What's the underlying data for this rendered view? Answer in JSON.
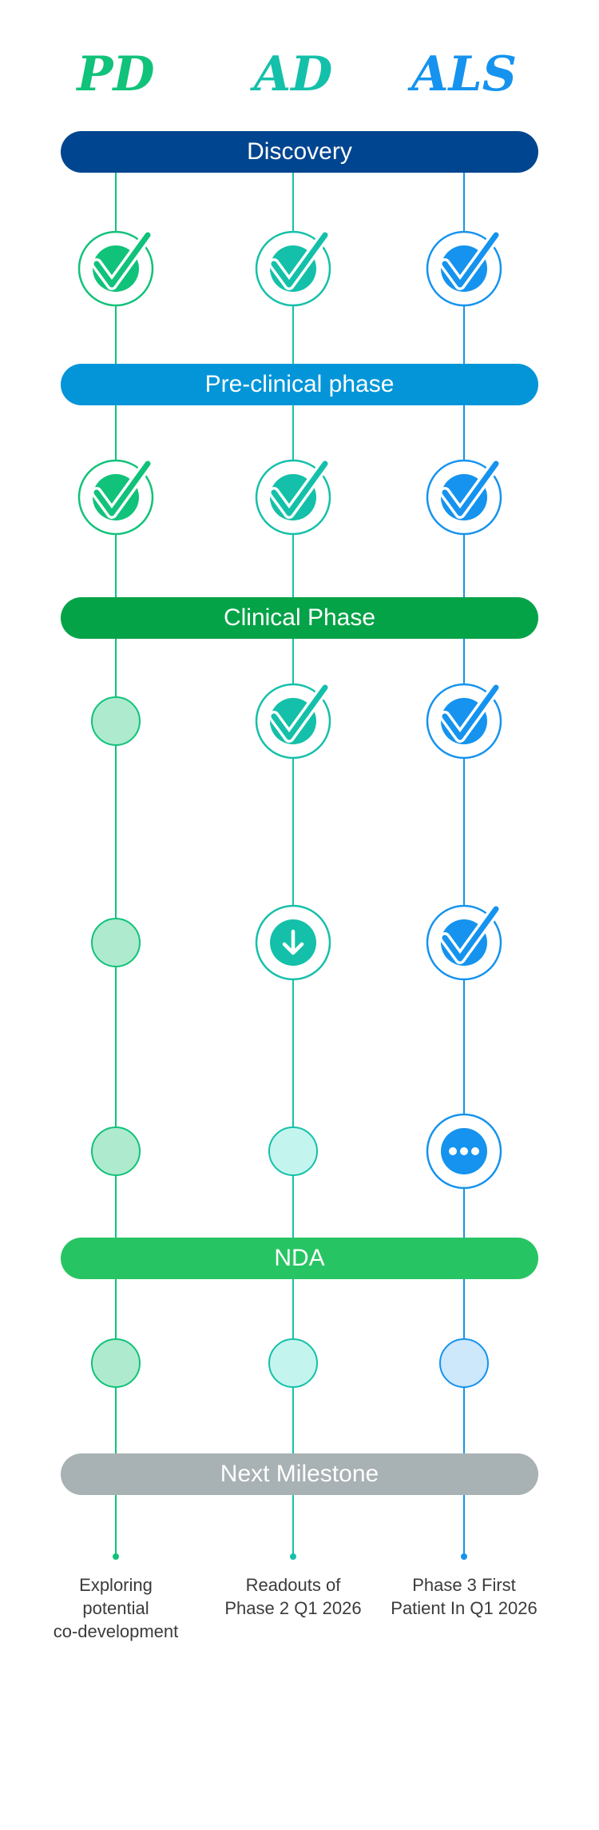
{
  "colors": {
    "pd": "#10c27a",
    "ad": "#14c0a9",
    "als": "#1593ee",
    "pd_light": "#aeeacd",
    "ad_light": "#c3f4ee",
    "als_light": "#cde7fb"
  },
  "columns": [
    {
      "key": "pd",
      "title": "PD",
      "caption": "Exploring\npotential\nco-development"
    },
    {
      "key": "ad",
      "title": "AD",
      "caption": "Readouts of\nPhase 2 Q1 2026"
    },
    {
      "key": "als",
      "title": "ALS",
      "caption": "Phase 3 First\nPatient In Q1 2026"
    }
  ],
  "phases": [
    {
      "label": "Discovery",
      "color": "#00458f"
    },
    {
      "label": "Pre-clinical phase",
      "color": "#0395d8"
    },
    {
      "label": "Clinical Phase",
      "color": "#04a347"
    },
    {
      "label": "NDA",
      "color": "#27c463"
    },
    {
      "label": "Next Milestone",
      "color": "#a8b1b3"
    }
  ],
  "milestone_status": {
    "pd": [
      "complete",
      "complete",
      "pending",
      "pending",
      "pending",
      "pending"
    ],
    "ad": [
      "complete",
      "complete",
      "complete",
      "in-progress-download",
      "pending",
      "pending"
    ],
    "als": [
      "complete",
      "complete",
      "complete",
      "complete",
      "in-progress-dots",
      "pending"
    ]
  },
  "icons": {
    "complete": "check-circle-icon",
    "in-progress-download": "arrow-down-circle-icon",
    "in-progress-dots": "ellipsis-circle-icon",
    "pending": "empty-circle-icon"
  }
}
